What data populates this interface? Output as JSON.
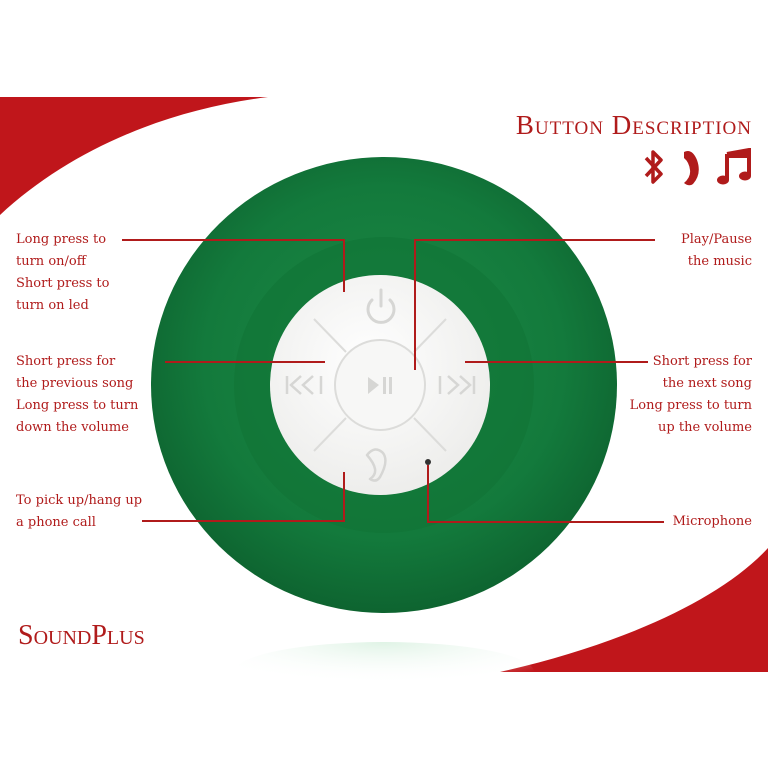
{
  "title": "Button Description",
  "brand": "SoundPlus",
  "icons": [
    "bluetooth-icon",
    "phone-icon",
    "music-note-icon"
  ],
  "colors": {
    "accent_red": "#b01b1b",
    "speaker_green": "#137a3c",
    "button_white": "#f4f4f2",
    "background": "#ffffff"
  },
  "callouts": {
    "power": [
      "Long press to",
      "turn on/off",
      "Short press to",
      "turn on led"
    ],
    "previous": [
      "Short press for",
      "the previous song",
      "Long press to turn",
      "down the volume"
    ],
    "phone": [
      "To pick up/hang up",
      "a phone call"
    ],
    "play_pause": [
      "Play/Pause",
      "the music"
    ],
    "next": [
      "Short press for",
      "the next song",
      "Long press to turn",
      "up the volume"
    ],
    "microphone": [
      "Microphone"
    ]
  }
}
